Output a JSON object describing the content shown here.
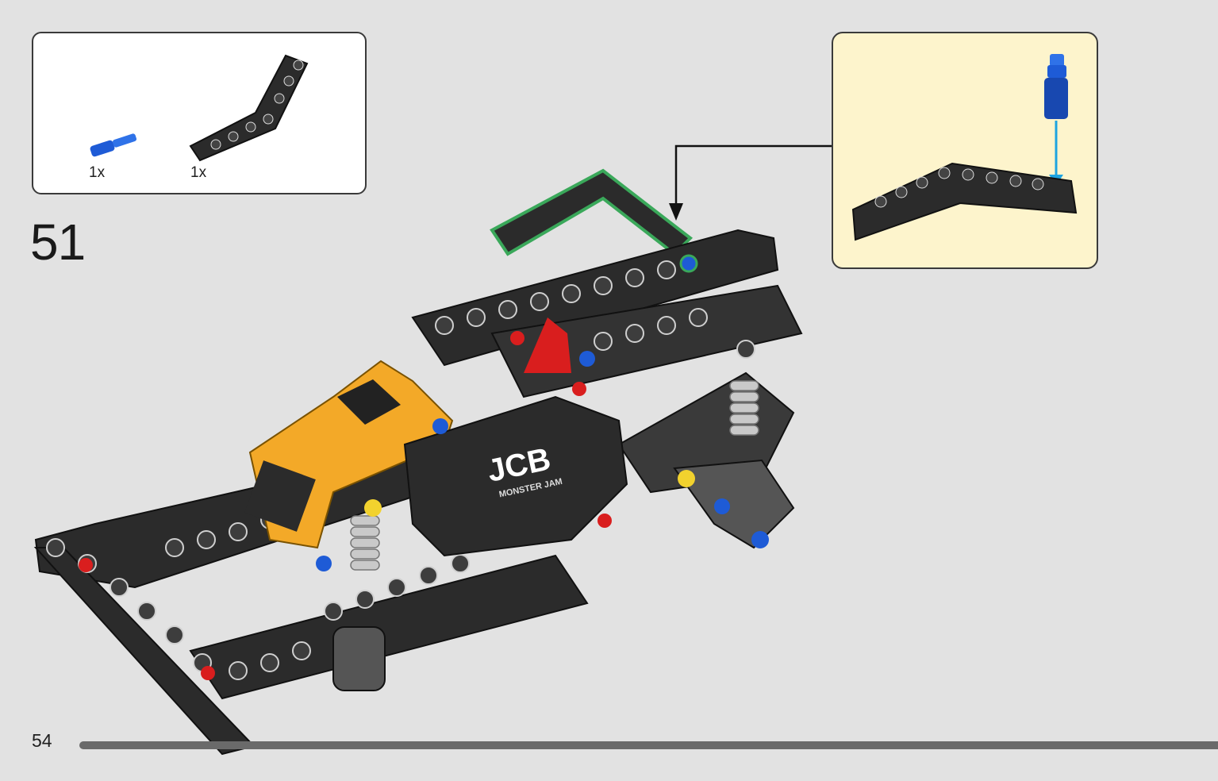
{
  "step": {
    "number": "51"
  },
  "parts_list": [
    {
      "name": "blue-axle-pin",
      "quantity": "1x"
    },
    {
      "name": "black-angled-beam",
      "quantity": "1x"
    }
  ],
  "model_branding": {
    "logo_text": "JCB",
    "sub_logo_text": "MONSTER JAM"
  },
  "page": {
    "number": "54"
  },
  "colors": {
    "background": "#e2e2e2",
    "callout_background": "#fdf4cc",
    "technic_black": "#2b2b2b",
    "technic_orange": "#f3a928",
    "pin_blue": "#1e5bd6",
    "highlight_green": "#3aa85a",
    "arrow_blue": "#1ea4e0"
  }
}
